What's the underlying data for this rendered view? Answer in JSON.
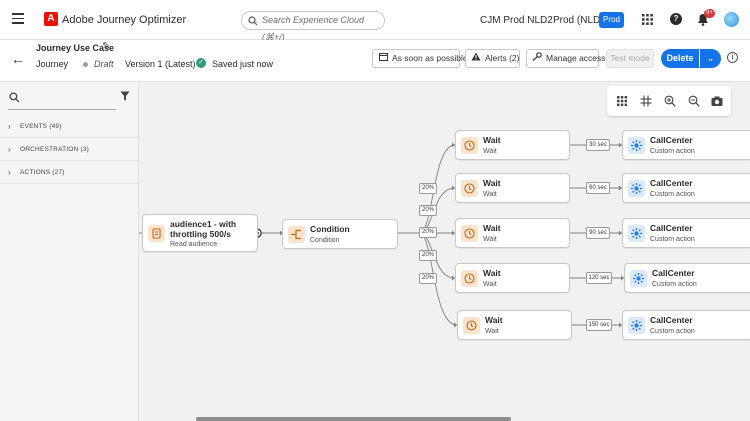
{
  "topbar": {
    "app_name": "Adobe Journey Optimizer",
    "search_placeholder": "Search Experience Cloud (⌘+/)",
    "org_name": "CJM Prod NLD2",
    "sandbox_name": "Prod (NLD2)",
    "sandbox_badge": "Prod",
    "notification_count": "9+"
  },
  "header": {
    "journey_title": "Journey Use Case",
    "journey_type": "Journey",
    "status": "Draft",
    "version": "Version 1 (Latest)",
    "saved_text": "Saved just now",
    "buttons": {
      "schedule": "As soon as possible",
      "alerts": "Alerts (2)",
      "manage_access": "Manage access",
      "test_mode": "Test mode",
      "delete": "Delete"
    }
  },
  "sidebar": {
    "search_placeholder": "",
    "items": [
      {
        "label": "EVENTS (49)"
      },
      {
        "label": "ORCHESTRATION (3)"
      },
      {
        "label": "ACTIONS (27)"
      }
    ]
  },
  "canvas": {
    "audience_node": {
      "title_line1": "audience1 - with",
      "title_line2": "throttling 500/s",
      "subtitle": "Read audience"
    },
    "condition_node": {
      "title": "Condition",
      "subtitle": "Condition"
    },
    "branches": [
      {
        "percent": "20%",
        "wait_title": "Wait",
        "wait_subtitle": "Wait",
        "duration": "30 sec",
        "action_title": "CallCenter",
        "action_subtitle": "Custom action"
      },
      {
        "percent": "20%",
        "wait_title": "Wait",
        "wait_subtitle": "Wait",
        "duration": "60 sec",
        "action_title": "CallCenter",
        "action_subtitle": "Custom action"
      },
      {
        "percent": "20%",
        "wait_title": "Wait",
        "wait_subtitle": "Wait",
        "duration": "90 sec",
        "action_title": "CallCenter",
        "action_subtitle": "Custom action"
      },
      {
        "percent": "20%",
        "wait_title": "Wait",
        "wait_subtitle": "Wait",
        "duration": "120 sec",
        "action_title": "CallCenter",
        "action_subtitle": "Custom action"
      },
      {
        "percent": "20%",
        "wait_title": "Wait",
        "wait_subtitle": "Wait",
        "duration": "150 sec",
        "action_title": "CallCenter",
        "action_subtitle": "Custom action"
      }
    ],
    "colors": {
      "accent": "#1473e6",
      "wait_icon": "#e68619",
      "action_icon": "#2680eb"
    }
  }
}
